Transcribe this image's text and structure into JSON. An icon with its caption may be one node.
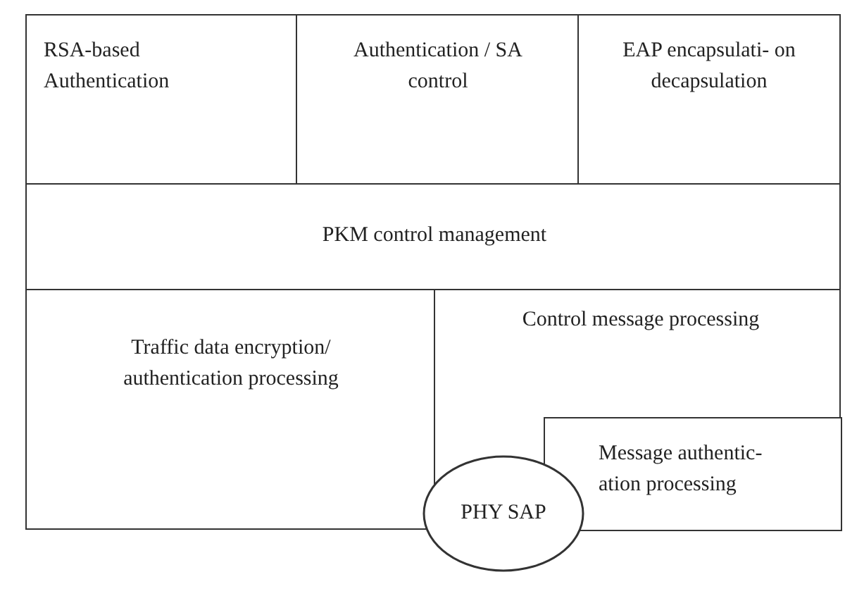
{
  "diagram": {
    "nodes": [
      {
        "text": [
          "RSA-based Authentication"
        ]
      },
      {
        "text": [
          "Authentication / SA control"
        ]
      },
      {
        "text": [
          "EAP encapsulati- on decapsulation"
        ]
      },
      {
        "text": [
          "PKM control management"
        ]
      },
      {
        "text": [
          "Traffic data encryption/ authentication processing"
        ]
      },
      {
        "text": [
          "Control message processing"
        ]
      },
      {
        "text": [
          "Message authentic- ation processing"
        ],
        "in": 5
      },
      {
        "text": [
          "PHY SAP"
        ]
      }
    ]
  }
}
